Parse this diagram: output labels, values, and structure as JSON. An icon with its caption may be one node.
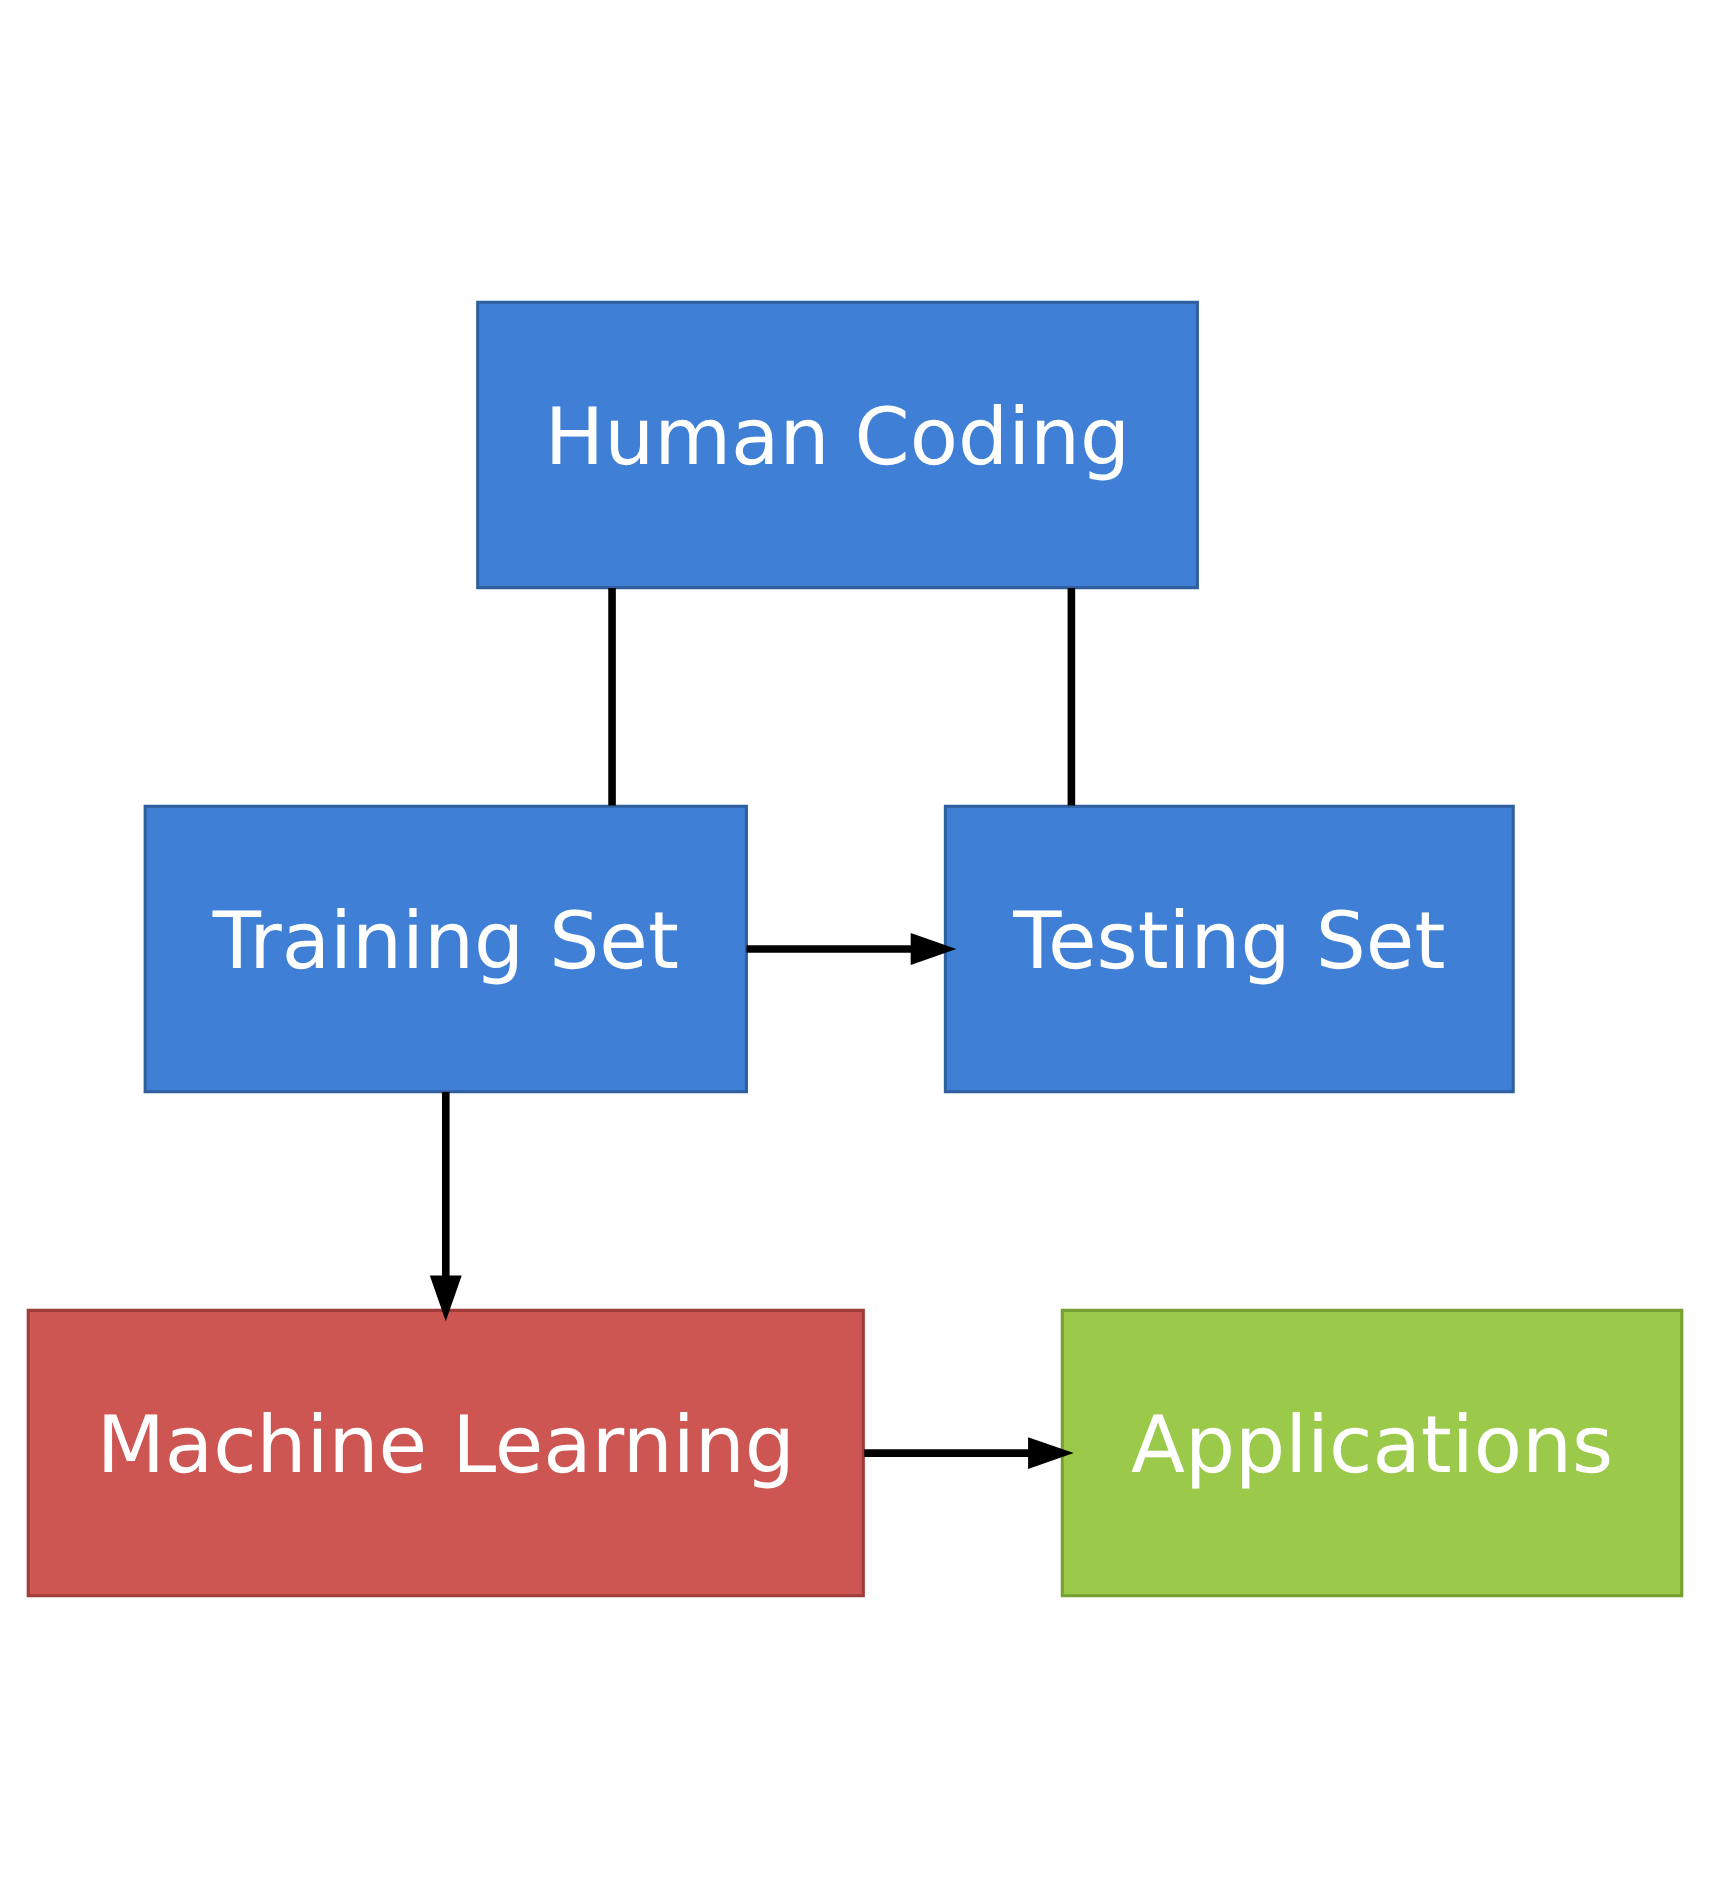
{
  "diagram": {
    "nodes": [
      {
        "text": [
          "Human Coding"
        ]
      },
      {
        "text": [
          "Training Set"
        ]
      },
      {
        "text": [
          "Testing Set"
        ]
      },
      {
        "text": [
          "Machine Learning"
        ]
      },
      {
        "text": [
          "Applications"
        ]
      }
    ],
    "edges": [
      {
        "from": 0,
        "to": 1,
        "arrow": "none"
      },
      {
        "from": 0,
        "to": 2,
        "arrow": "none"
      },
      {
        "from": 1,
        "to": 2,
        "arrow": "to"
      },
      {
        "from": 1,
        "to": 3,
        "arrow": "to"
      },
      {
        "from": 3,
        "to": 4,
        "arrow": "to"
      }
    ]
  }
}
